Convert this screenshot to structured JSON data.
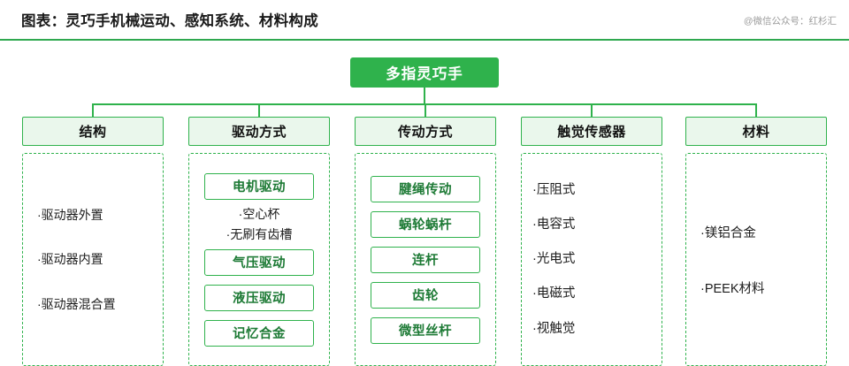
{
  "header": {
    "title": "图表：灵巧手机械运动、感知系统、材料构成",
    "watermark": "@微信公众号：红杉汇",
    "accent_color": "#2fb24c"
  },
  "diagram": {
    "type": "tree",
    "root": "多指灵巧手",
    "columns": [
      {
        "head": "结构",
        "style": "plain",
        "items": [
          "·驱动器外置",
          "·驱动器内置",
          "·驱动器混合置"
        ]
      },
      {
        "head": "驱动方式",
        "style": "mixed",
        "chips": [
          "电机驱动",
          "气压驱动",
          "液压驱动",
          "记忆合金"
        ],
        "subtext": [
          "·空心杯",
          "·无刷有齿槽"
        ]
      },
      {
        "head": "传动方式",
        "style": "chips",
        "chips": [
          "腱绳传动",
          "蜗轮蜗杆",
          "连杆",
          "齿轮",
          "微型丝杆"
        ]
      },
      {
        "head": "触觉传感器",
        "style": "bullets",
        "items": [
          "·压阻式",
          "·电容式",
          "·光电式",
          "·电磁式",
          "·视触觉"
        ]
      },
      {
        "head": "材料",
        "style": "bullets-sparse",
        "items": [
          "·镁铝合金",
          "·PEEK材料"
        ]
      }
    ]
  }
}
